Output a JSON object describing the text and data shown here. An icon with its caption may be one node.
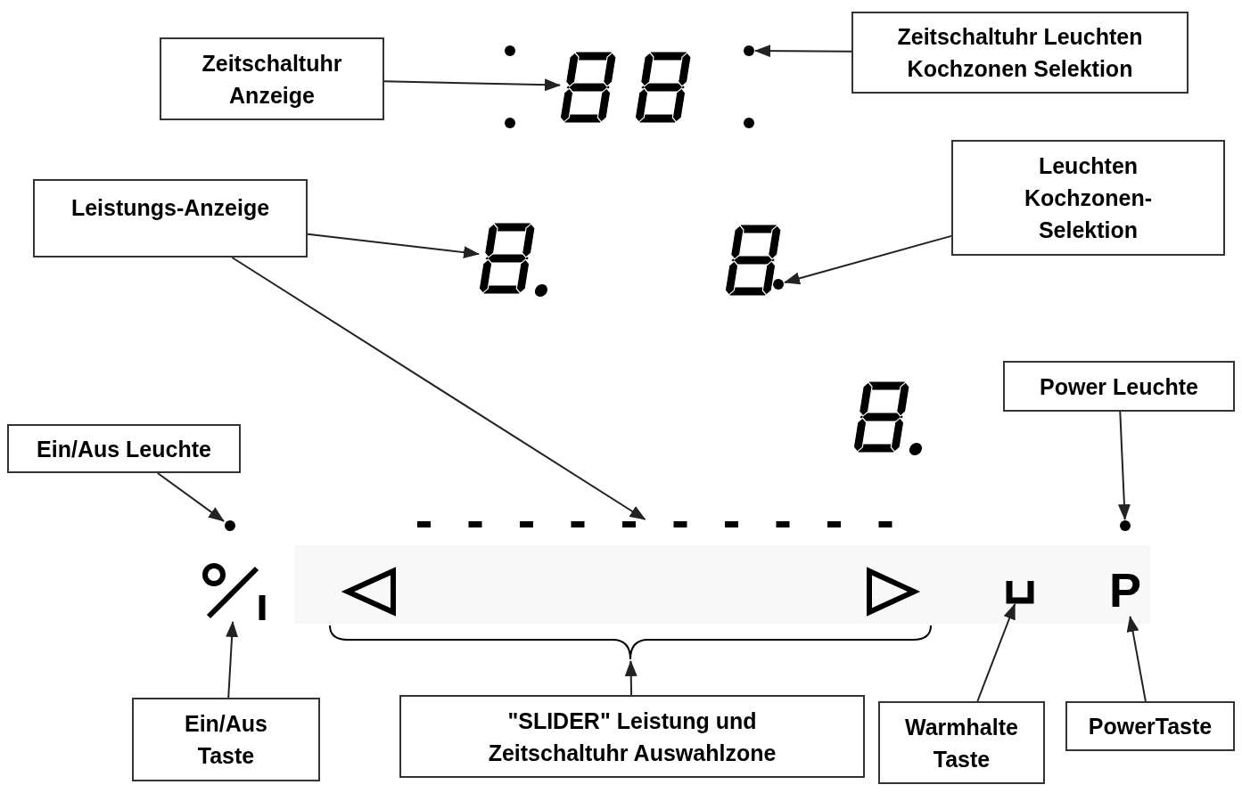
{
  "diagram": {
    "nodes": [
      {
        "text": [
          "Zeitschaltuhr Anzeige"
        ]
      },
      {
        "text": [],
        "shape": "display"
      },
      {
        "text": [],
        "shape": "circle"
      },
      {
        "text": [
          "Zeitschaltuhr Leuchten Kochzonen Selektion"
        ]
      },
      {
        "text": [
          "Leuchten Kochzonen- Selektion"
        ]
      },
      {
        "text": [
          "Leistungs-Anzeige"
        ]
      },
      {
        "text": [],
        "shape": "display"
      },
      {
        "text": [],
        "shape": "circle"
      },
      {
        "text": [
          "Power Leuchte"
        ]
      },
      {
        "text": [
          "Ein/Aus Leuchte"
        ]
      },
      {
        "text": [],
        "shape": "bar"
      },
      {
        "text": [],
        "shape": "circle"
      },
      {
        "text": [],
        "shape": "circle"
      },
      {
        "text": [],
        "shape": "symbol"
      },
      {
        "text": [
          "P"
        ]
      },
      {
        "text": [],
        "shape": "symbol"
      },
      {
        "text": [],
        "shape": "bracket"
      },
      {
        "text": [
          "Ein/Aus Taste"
        ]
      },
      {
        "text": [
          "\"SLIDER\" Leistung und Zeitschaltuhr Auswahlzone"
        ]
      },
      {
        "text": [
          "Warmhalte Taste"
        ]
      },
      {
        "text": [
          "PowerTaste"
        ]
      },
      {
        "text": [],
        "shape": "display"
      },
      {
        "text": [],
        "shape": "display"
      }
    ],
    "edges": [
      {
        "from": 0,
        "to": 1,
        "arrow": "to"
      },
      {
        "from": 3,
        "to": 2,
        "arrow": "to"
      },
      {
        "from": 5,
        "to": 6,
        "arrow": "to"
      },
      {
        "from": 5,
        "to": 10,
        "arrow": "to"
      },
      {
        "from": 4,
        "to": 7,
        "arrow": "to"
      },
      {
        "from": 9,
        "to": 11,
        "arrow": "to"
      },
      {
        "from": 8,
        "to": 12,
        "arrow": "to"
      },
      {
        "from": 17,
        "to": 13,
        "arrow": "to"
      },
      {
        "from": 18,
        "to": 16,
        "arrow": "to"
      },
      {
        "from": 19,
        "to": 15,
        "arrow": "to"
      },
      {
        "from": 20,
        "to": 14,
        "arrow": "to"
      }
    ]
  }
}
